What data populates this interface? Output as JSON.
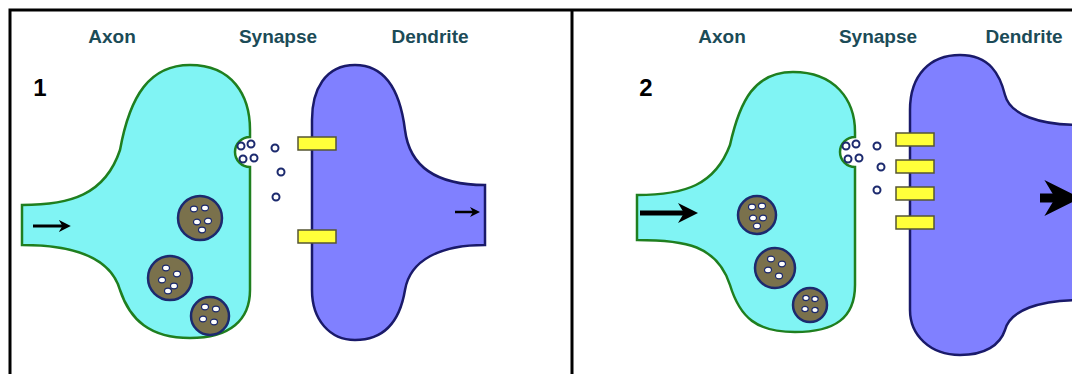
{
  "diagram": {
    "labels": [
      "Axon",
      "Synapse",
      "Dendrite",
      "1",
      "Axon",
      "Synapse",
      "Dendrite",
      "2"
    ]
  }
}
